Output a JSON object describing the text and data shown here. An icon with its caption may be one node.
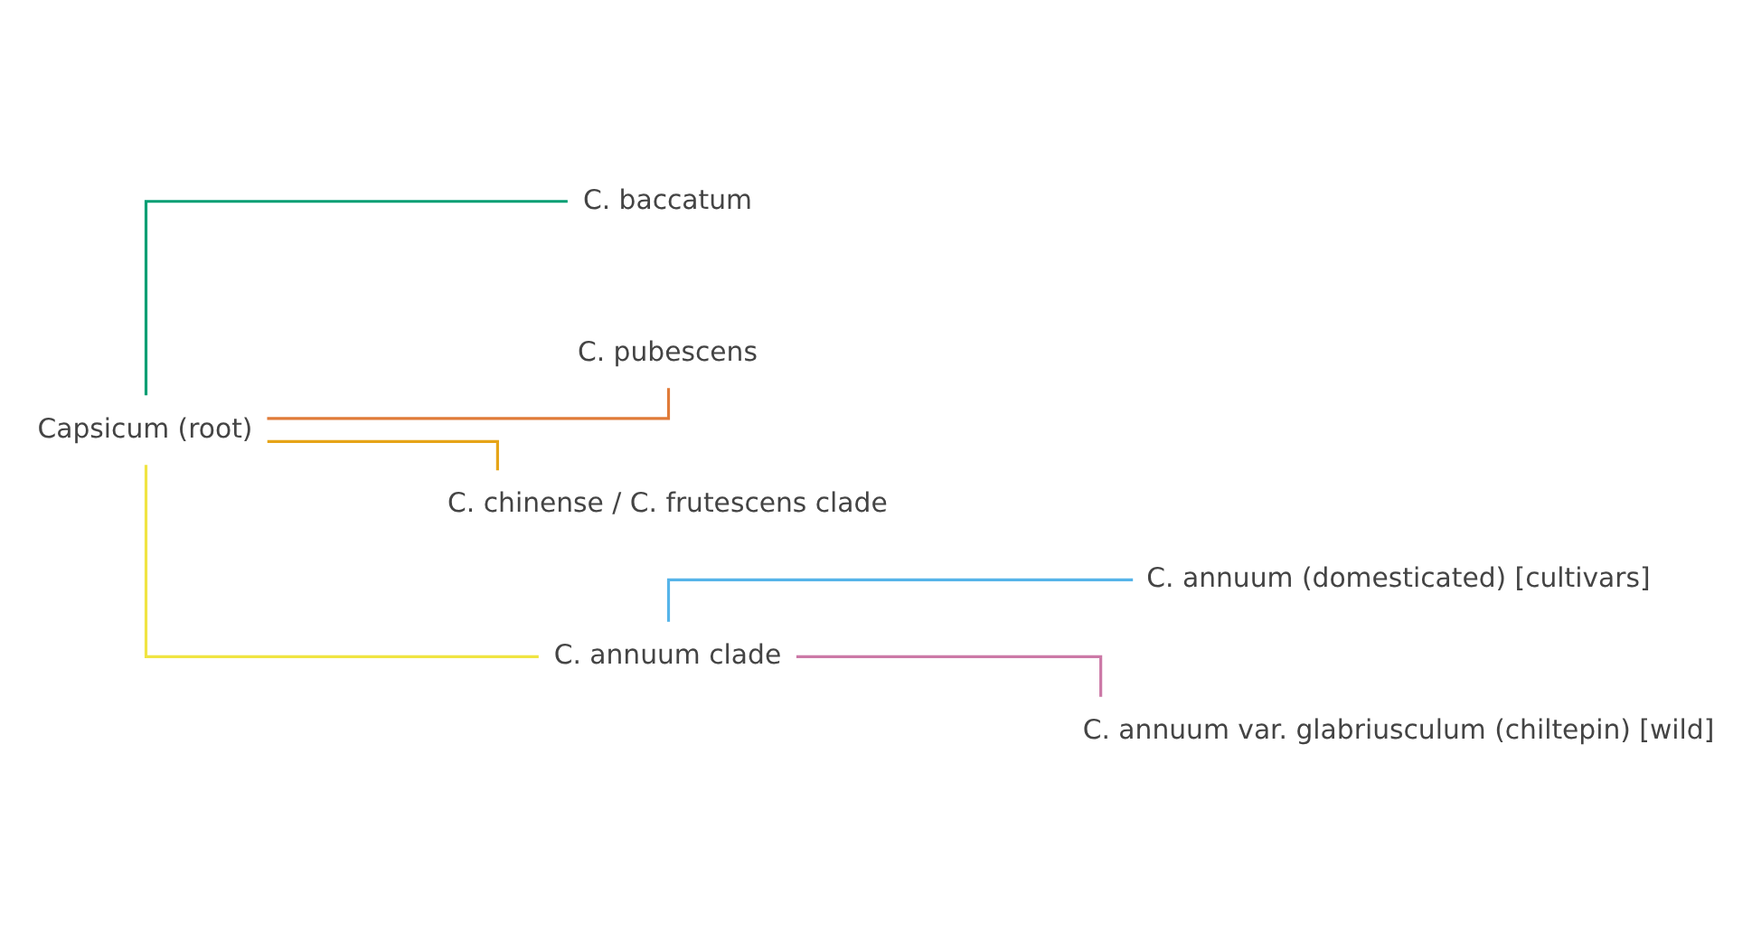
{
  "diagram": {
    "nodes": [
      {
        "text": [
          "Capsicum (root)"
        ]
      },
      {
        "text": [
          "C. baccatum"
        ]
      },
      {
        "text": [
          "C. pubescens"
        ]
      },
      {
        "text": [
          "C. chinense / C. frutescens clade"
        ]
      },
      {
        "text": [
          "C. annuum clade"
        ]
      },
      {
        "text": [
          "C. annuum (domesticated) [cultivars]"
        ]
      },
      {
        "text": [
          "C. annuum var. glabriusculum (chiltepin) [wild]"
        ]
      }
    ],
    "edges": [
      {
        "from": 0,
        "to": 1,
        "arrow": "none",
        "color": "#009e73"
      },
      {
        "from": 0,
        "to": 2,
        "arrow": "none",
        "color": "#e07b39"
      },
      {
        "from": 0,
        "to": 3,
        "arrow": "none",
        "color": "#e6a417"
      },
      {
        "from": 0,
        "to": 4,
        "arrow": "none",
        "color": "#f0e442"
      },
      {
        "from": 4,
        "to": 5,
        "arrow": "none",
        "color": "#56b4e9"
      },
      {
        "from": 4,
        "to": 6,
        "arrow": "none",
        "color": "#cc79a7"
      }
    ]
  }
}
